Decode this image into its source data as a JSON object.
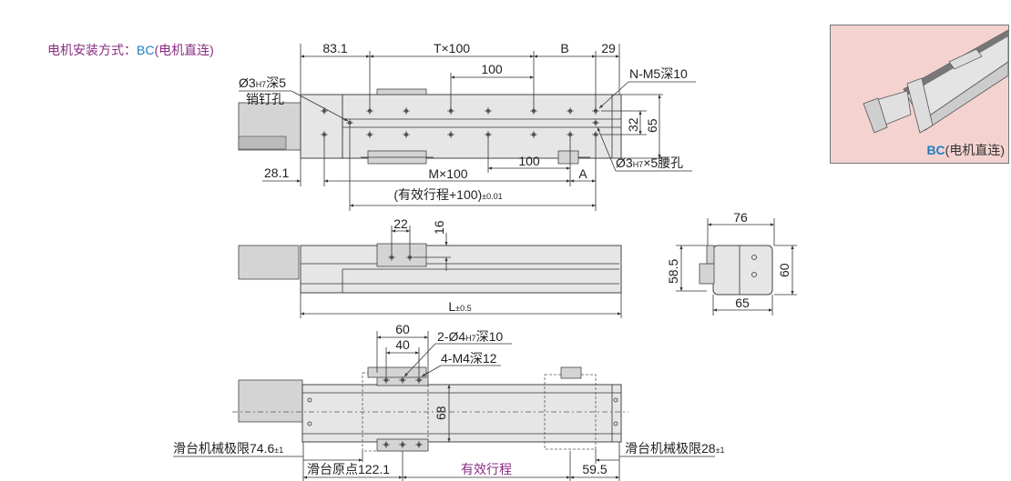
{
  "header": {
    "label": "电机安装方式：",
    "code": "BC",
    "desc": "(电机直连)",
    "label_color": "#8a2c83",
    "code_color": "#1f7fc4"
  },
  "thumbnail": {
    "code": "BC",
    "desc": "(电机直连)",
    "bg_color": "#f4d2cf"
  },
  "top_view": {
    "d_83_1": "83.1",
    "d_T100": "T×100",
    "d_B": "B",
    "d_29": "29",
    "d_100a": "100",
    "pin_hole_1": "Ø3",
    "pin_hole_sub": "H7",
    "pin_hole_2": "深5",
    "pin_hole_name": "销钉孔",
    "nm5": "N-M5深10",
    "d_32": "32",
    "d_65": "65",
    "d_100b": "100",
    "slot_1": "Ø3",
    "slot_sub": "H7",
    "slot_2": "×5腰孔",
    "d_28_1": "28.1",
    "d_M100": "M×100",
    "d_A": "A",
    "stroke_total": "(有效行程+100)",
    "stroke_tol": "±0.01"
  },
  "side_view": {
    "d_22": "22",
    "d_16": "16",
    "d_L": "L",
    "d_L_tol": "±0.5"
  },
  "end_view": {
    "d_76": "76",
    "d_60": "60",
    "d_58_5": "58.5",
    "d_65": "65"
  },
  "bottom_view": {
    "d_60": "60",
    "d_40": "40",
    "hole1_a": "2-Ø4",
    "hole1_sub": "H7",
    "hole1_b": "深10",
    "hole2": "4-M4深12",
    "d_68": "68",
    "limit_left": "滑台机械极限74.6",
    "limit_left_tol": "±1",
    "limit_right": "滑台机械极限28",
    "limit_right_tol": "±1",
    "origin": "滑台原点122.1",
    "stroke": "有效行程",
    "d_59_5": "59.5",
    "stroke_color": "#8a2c83"
  }
}
